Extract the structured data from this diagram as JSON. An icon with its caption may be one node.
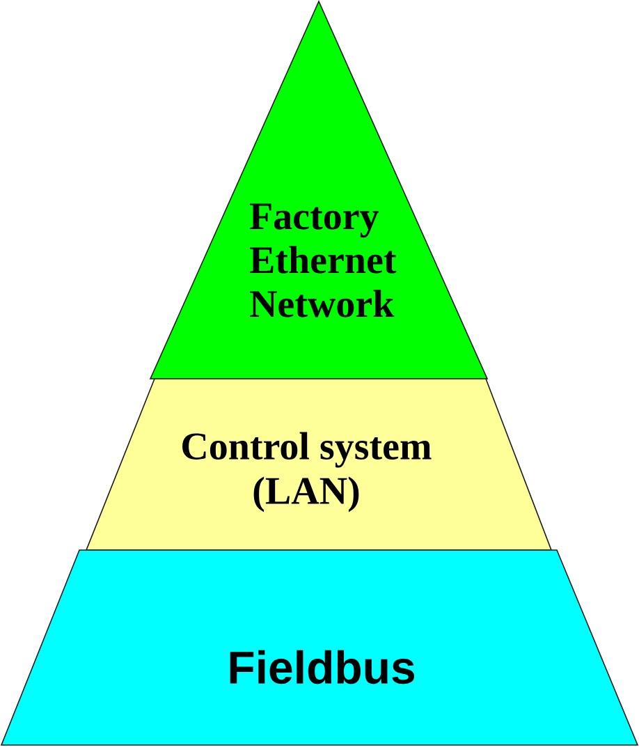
{
  "diagram": {
    "nodes": [
      {
        "text": [
          "Factory Ethernet Network"
        ]
      },
      {
        "text": [
          "Control system (LAN)"
        ]
      },
      {
        "text": [
          "Fieldbus"
        ]
      }
    ]
  }
}
